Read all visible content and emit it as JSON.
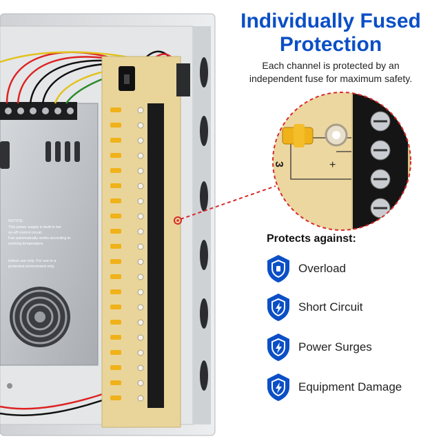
{
  "title_line1": "Individually Fused",
  "title_line2": "Protection",
  "subtitle_line1": "Each channel is protected by an",
  "subtitle_line2": "independent fuse for maximum safety.",
  "notice": {
    "heading": "NOTICE:",
    "lines": [
      "This power supply is built-in fan",
      "on-off control circuit.",
      "Fan automatically works according to",
      "working temperature.",
      "",
      "Indoor use only. For use in a",
      "protected environment only."
    ]
  },
  "zoom": {
    "channel_number": "3",
    "plus_sign": "+",
    "minus_sign": "−"
  },
  "protects_heading": "Protects against:",
  "protections": [
    {
      "label": "Overload",
      "icon": "shield-icon"
    },
    {
      "label": "Short Circuit",
      "icon": "shield-lightning-icon"
    },
    {
      "label": "Power Surges",
      "icon": "shield-lightning-icon"
    },
    {
      "label": "Equipment Damage",
      "icon": "shield-lightning-icon"
    }
  ],
  "colors": {
    "accent": "#0b4fc6",
    "board": "#e9d59a",
    "callout": "#d82a2a",
    "enclosure": "#d9dadc"
  }
}
